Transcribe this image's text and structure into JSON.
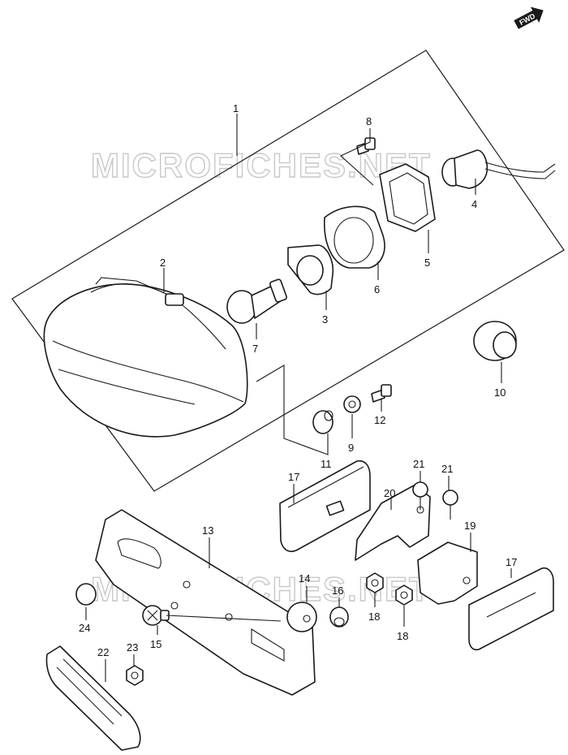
{
  "watermark": "MICROFICHES.NET",
  "fwd_label": "FWD",
  "colors": {
    "line": "#1a1a1a",
    "watermark": "#c8c8c8",
    "background": "#ffffff"
  },
  "callouts": {
    "c1": "1",
    "c2": "2",
    "c3": "3",
    "c4": "4",
    "c5": "5",
    "c6": "6",
    "c7": "7",
    "c8": "8",
    "c9": "9",
    "c10": "10",
    "c11": "11",
    "c12": "12",
    "c13": "13",
    "c14": "14",
    "c15": "15",
    "c16": "16",
    "c17a": "17",
    "c17b": "17",
    "c18a": "18",
    "c18b": "18",
    "c19": "19",
    "c20": "20",
    "c21a": "21",
    "c21b": "21",
    "c22": "22",
    "c23": "23",
    "c24": "24"
  }
}
